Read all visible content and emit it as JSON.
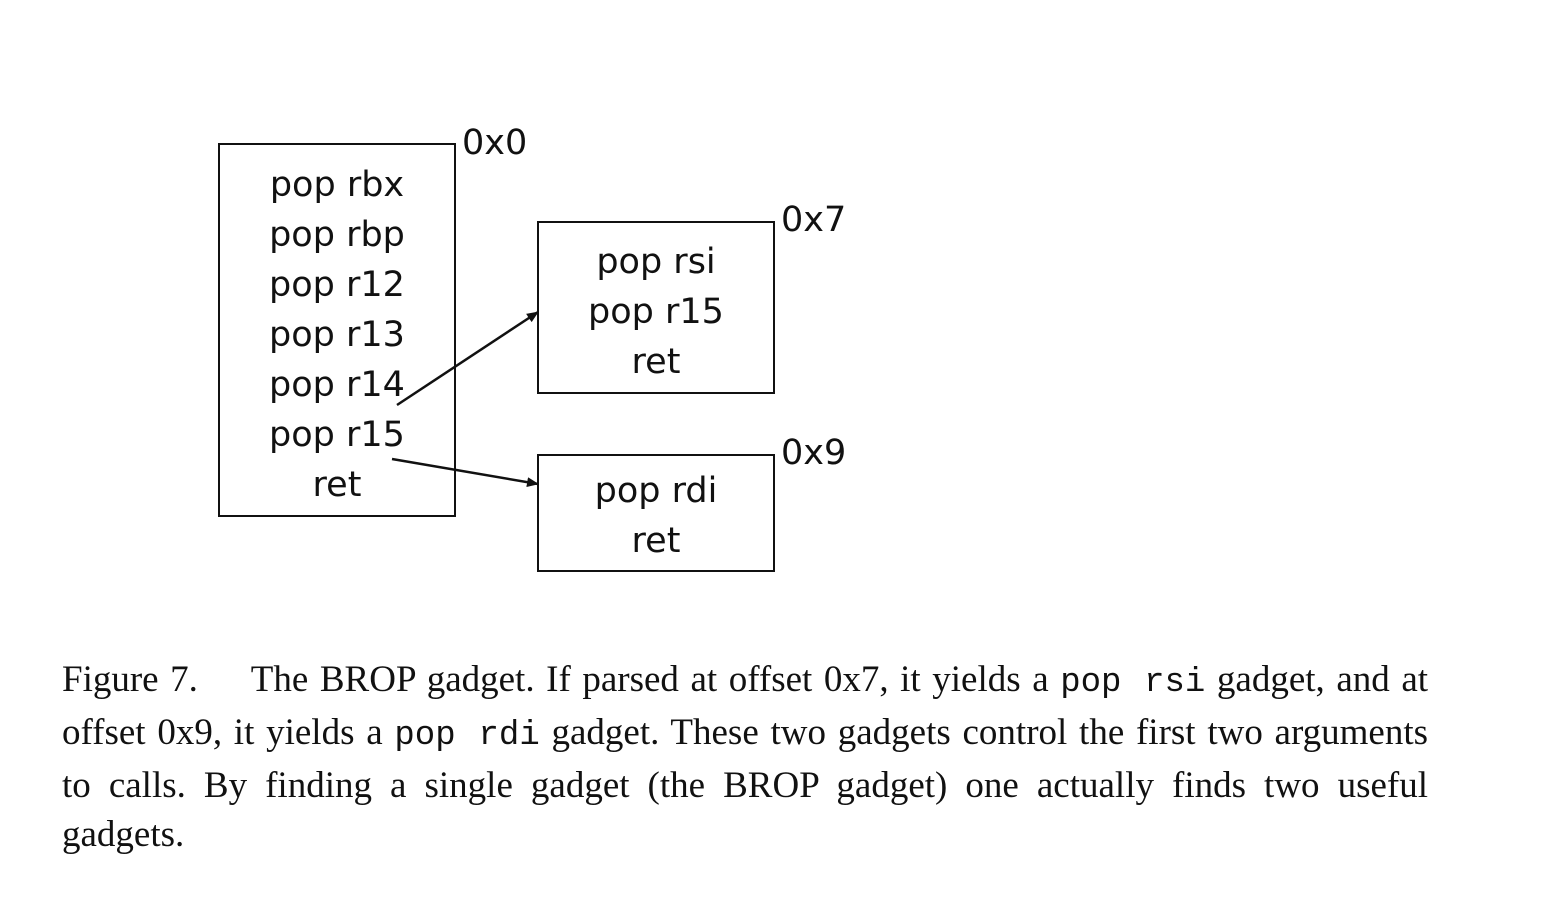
{
  "figure": {
    "main_gadget": {
      "offset": "0x0",
      "lines": [
        "pop rbx",
        "pop rbp",
        "pop r12",
        "pop r13",
        "pop r14",
        "pop r15",
        "ret"
      ]
    },
    "rsi_gadget": {
      "offset": "0x7",
      "lines": [
        "pop rsi",
        "pop r15",
        "ret"
      ]
    },
    "rdi_gadget": {
      "offset": "0x9",
      "lines": [
        "pop rdi",
        "ret"
      ]
    }
  },
  "caption": {
    "label": "Figure 7.",
    "t1": "The BROP gadget. If parsed at offset 0x7, it yields a",
    "code1": "pop rsi",
    "t2": "gadget, and at offset 0x9, it yields a",
    "code2": "pop rdi",
    "t3": "gadget. These two gadgets control the first two arguments to calls. By finding a single gadget (the BROP gadget) one actually finds two useful gadgets."
  }
}
